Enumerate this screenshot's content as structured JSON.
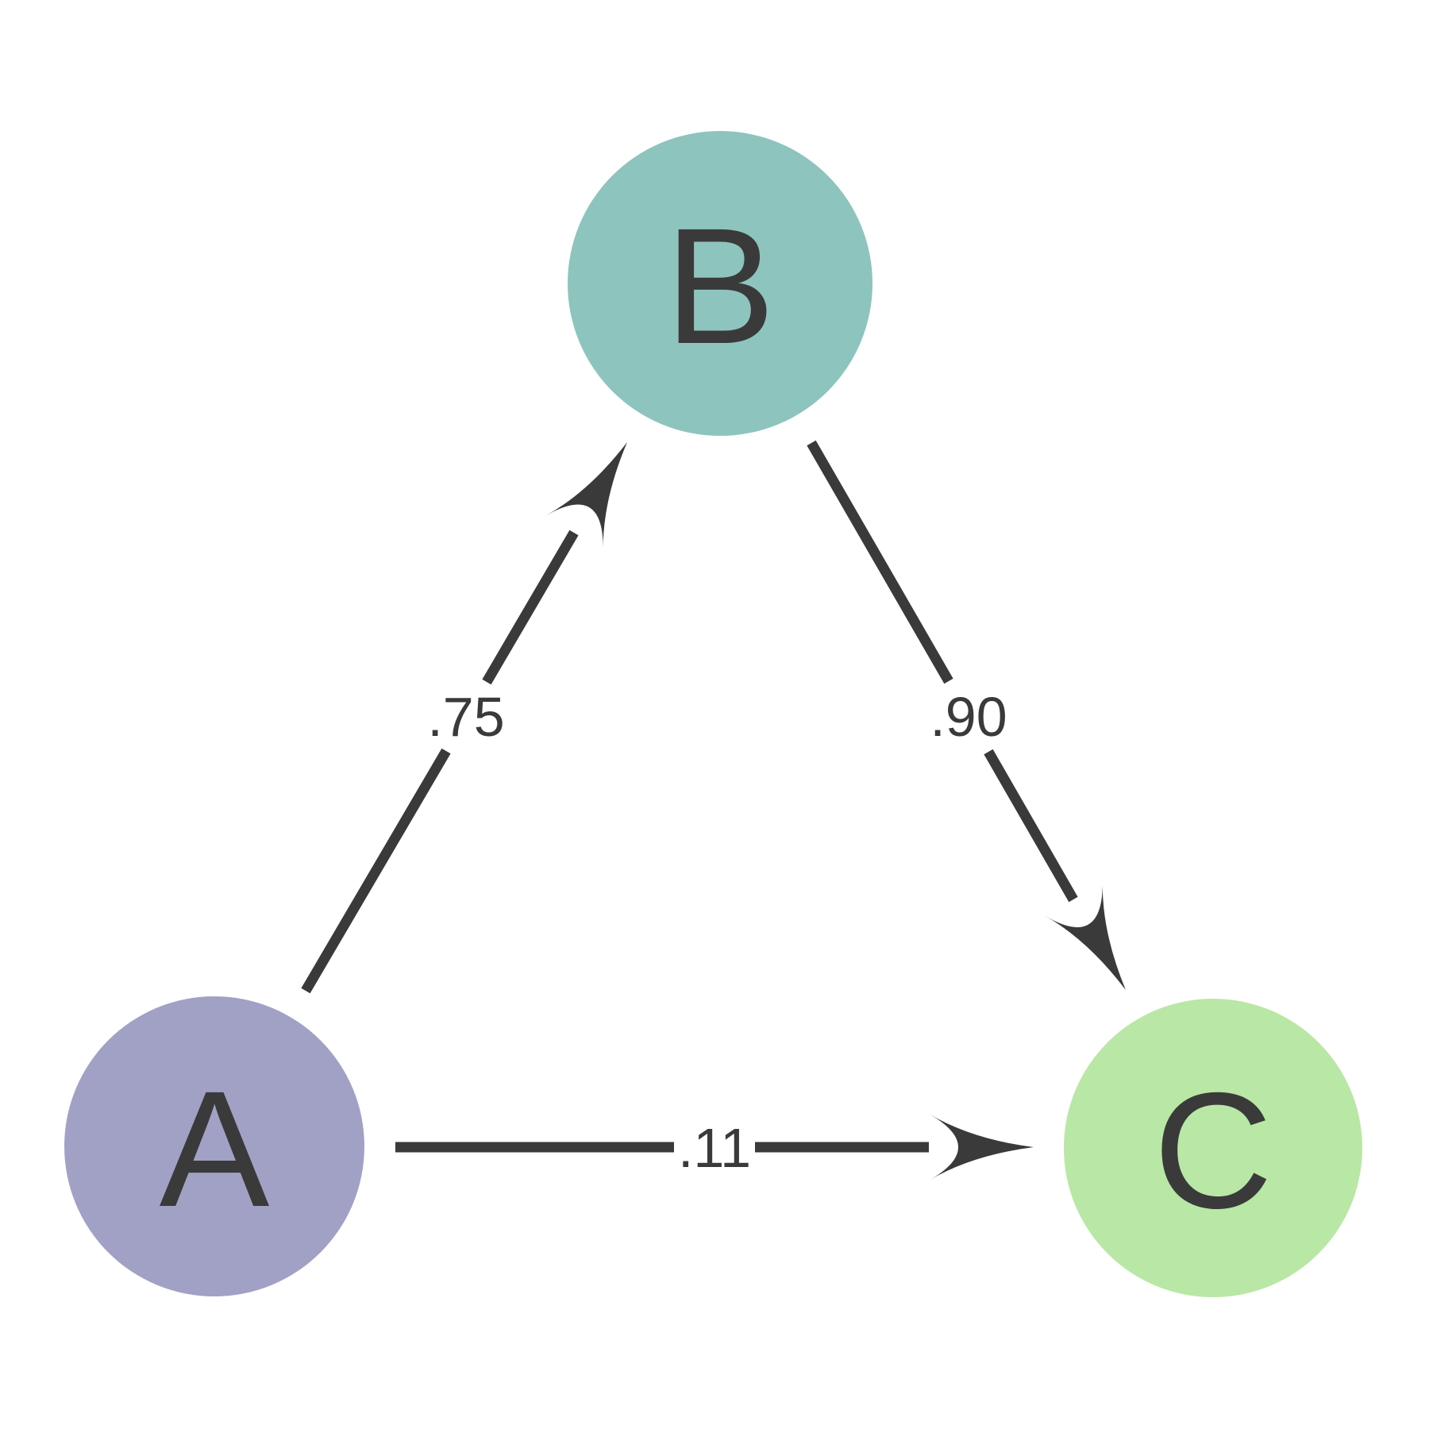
{
  "diagram": {
    "background_color": "#ffffff",
    "ink_color": "#3a3a3a",
    "nodes": [
      {
        "id": "A",
        "label": "A",
        "color": "#a1a1c5"
      },
      {
        "id": "B",
        "label": "B",
        "color": "#8ec4be"
      },
      {
        "id": "C",
        "label": "C",
        "color": "#b9e7a5"
      }
    ],
    "edges": [
      {
        "from": "A",
        "to": "B",
        "weight": ".75"
      },
      {
        "from": "B",
        "to": "C",
        "weight": ".90"
      },
      {
        "from": "A",
        "to": "C",
        "weight": ".11"
      }
    ]
  }
}
